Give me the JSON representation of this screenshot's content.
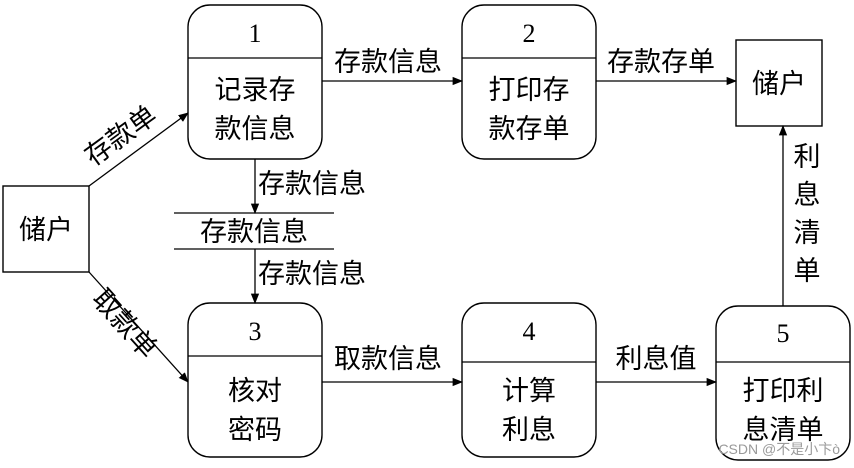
{
  "processes": [
    {
      "id": "1",
      "line1": "记录存",
      "line2": "款信息"
    },
    {
      "id": "2",
      "line1": "打印存",
      "line2": "款存单"
    },
    {
      "id": "3",
      "line1": "核对",
      "line2": "密码"
    },
    {
      "id": "4",
      "line1": "计算",
      "line2": "利息"
    },
    {
      "id": "5",
      "line1": "打印利",
      "line2": "息清单"
    }
  ],
  "entities": {
    "left": "储户",
    "right": "储户"
  },
  "datastore": "存款信息",
  "flows": {
    "deposit_slip": "存款单",
    "withdraw_slip": "取款单",
    "p1_to_p2": "存款信息",
    "p2_to_customer": "存款存单",
    "p1_to_store": "存款信息",
    "store_to_p3": "存款信息",
    "p3_to_p4": "取款信息",
    "p4_to_p5": "利息值",
    "p5_to_customer": [
      "利",
      "息",
      "清",
      "单"
    ]
  },
  "watermark": "CSDN @不是小卞ò"
}
